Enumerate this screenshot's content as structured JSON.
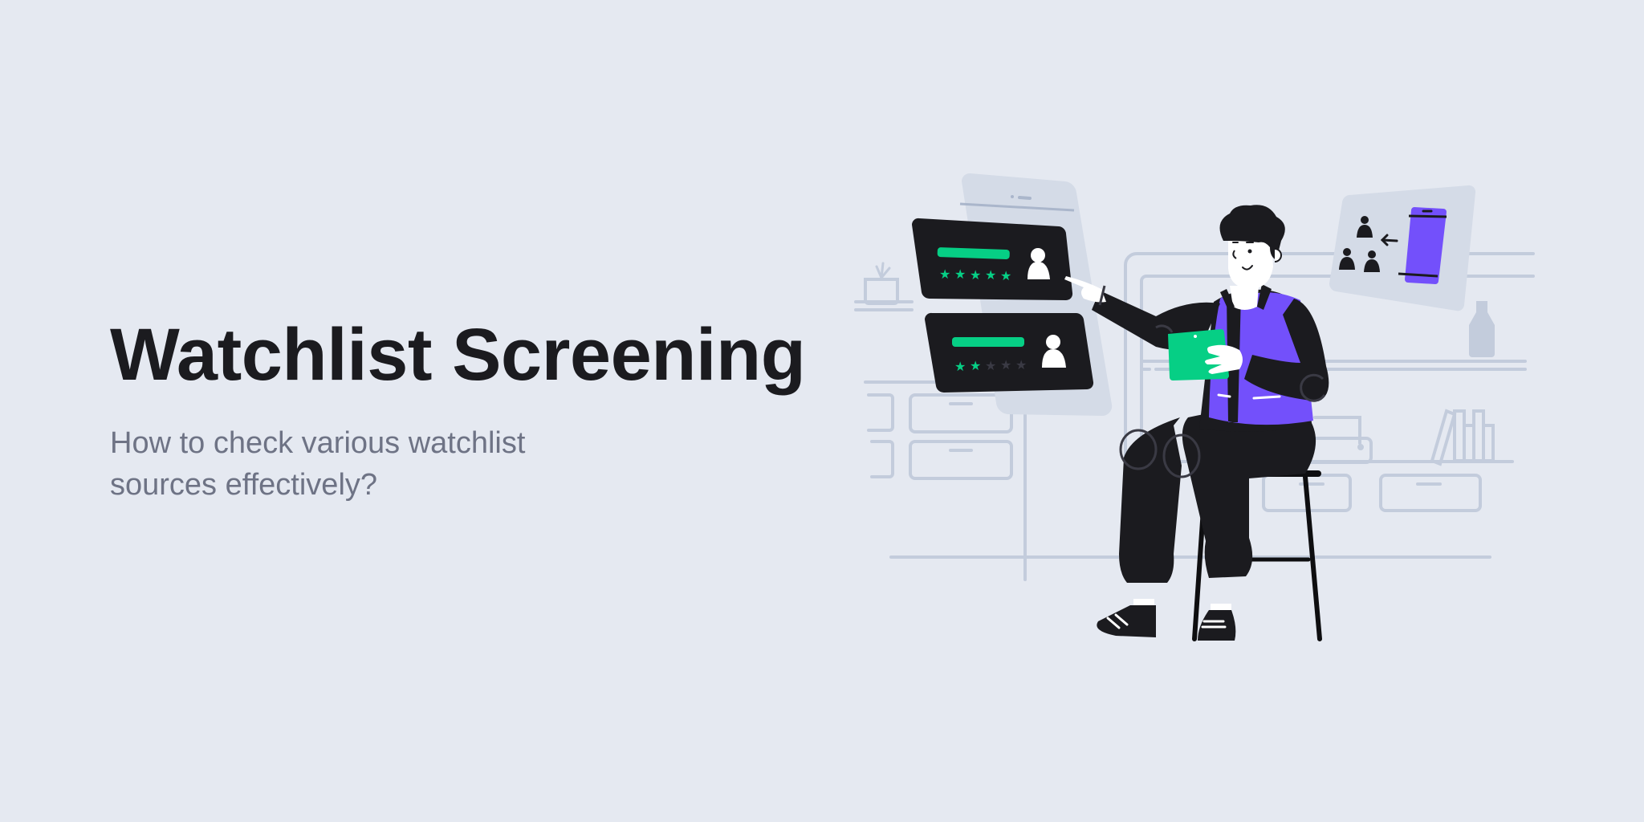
{
  "hero": {
    "title": "Watchlist Screening",
    "subtitle": "How to check various watchlist sources effectively?"
  },
  "illustration": {
    "description": "Person seated on a stool holding a tablet and pointing at profile cards with star ratings",
    "cards": [
      {
        "rating": 5,
        "max": 5,
        "icon": "user-icon"
      },
      {
        "rating": 2,
        "max": 5,
        "icon": "user-icon"
      }
    ],
    "panel": {
      "icons": [
        "people-group-icon",
        "arrow-left-icon",
        "smartphone-icon"
      ]
    }
  },
  "colors": {
    "background": "#e5e9f1",
    "title": "#1b1b1f",
    "subtitle": "#6e7385",
    "accent_green": "#06cf85",
    "accent_purple": "#7350fb",
    "dark": "#1b1b1f",
    "line": "#c3ccdc",
    "panel": "#d4dbe7"
  }
}
